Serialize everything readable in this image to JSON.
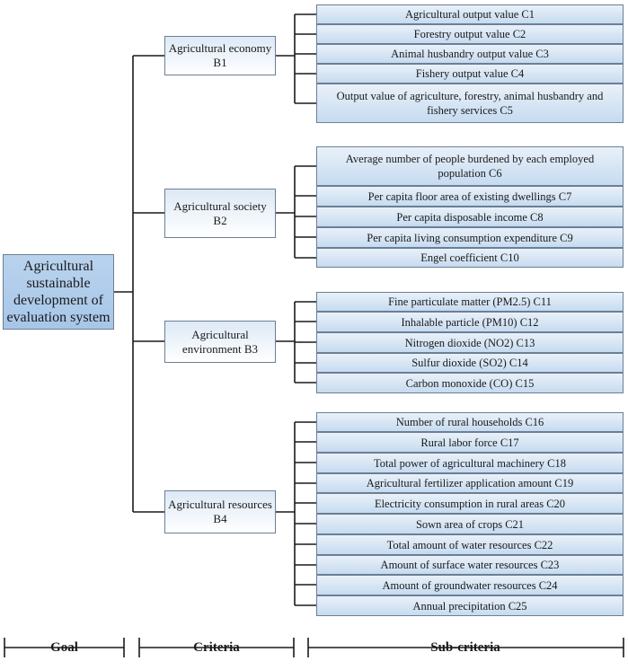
{
  "goal": "Agricultural sustainable development of evaluation system",
  "criteria": [
    {
      "label": "Agricultural economy B1",
      "subcriteria": [
        "Agricultural output value C1",
        "Forestry output value C2",
        "Animal husbandry output value C3",
        "Fishery output value C4",
        "Output value of agriculture, forestry, animal husbandry and fishery services C5"
      ]
    },
    {
      "label": "Agricultural society B2",
      "subcriteria": [
        "Average number of people burdened by each employed population C6",
        "Per capita floor area of existing dwellings C7",
        "Per capita disposable income C8",
        "Per capita living consumption expenditure C9",
        "Engel coefficient C10"
      ]
    },
    {
      "label": "Agricultural environment B3",
      "subcriteria": [
        "Fine particulate matter (PM2.5) C11",
        "Inhalable particle (PM10) C12",
        "Nitrogen dioxide (NO2) C13",
        "Sulfur dioxide (SO2) C14",
        "Carbon monoxide (CO) C15"
      ]
    },
    {
      "label": "Agricultural resources B4",
      "subcriteria": [
        "Number of rural households C16",
        "Rural labor force C17",
        "Total power of agricultural machinery C18",
        "Agricultural fertilizer application amount C19",
        "Electricity consumption in rural areas C20",
        "Sown area of crops C21",
        "Total amount of water resources C22",
        "Amount of surface water resources C23",
        "Amount of groundwater resources C24",
        "Annual precipitation C25"
      ]
    }
  ],
  "footer": {
    "goal": "Goal",
    "criteria": "Criteria",
    "subcriteria": "Sub-criteria"
  }
}
